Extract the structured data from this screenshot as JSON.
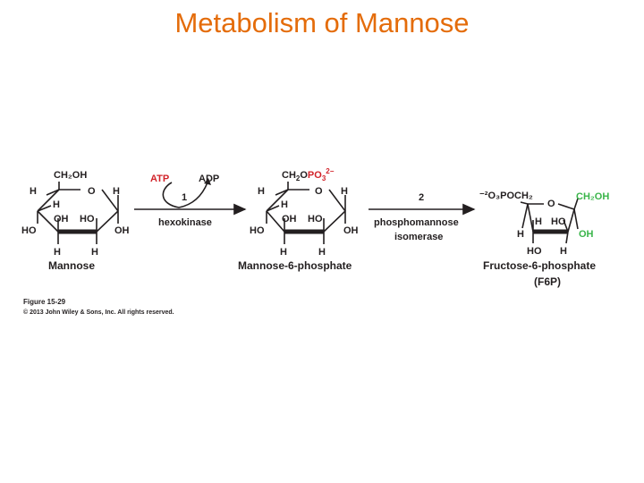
{
  "title": "Metabolism of Mannose",
  "mannose": {
    "c6": "CH₂OH",
    "ring_o": "O",
    "h_c5": "H",
    "h_c1": "H",
    "h_c4": "H",
    "oh_c4": "OH",
    "ho_c3": "HO",
    "ho_c4_left": "HO",
    "oh_c1": "OH",
    "h_c3": "H",
    "h_c2": "H",
    "name": "Mannose"
  },
  "step1": {
    "atp": "ATP",
    "adp": "ADP",
    "number": "1",
    "enzyme": "hexokinase"
  },
  "mannose6p": {
    "c6": "CH₂OPO₃²⁻",
    "ring_o": "O",
    "h_c5": "H",
    "h_c1": "H",
    "h_c4": "H",
    "oh_c4": "OH",
    "ho_c3": "HO",
    "ho_c4_left": "HO",
    "oh_c1": "OH",
    "h_c3": "H",
    "h_c2": "H",
    "name": "Mannose-6-phosphate"
  },
  "step2": {
    "number": "2",
    "enzyme_line1": "phosphomannose",
    "enzyme_line2": "isomerase"
  },
  "fructose6p": {
    "c6": "⁻²O₃POCH₂",
    "ring_o": "O",
    "c1": "CH₂OH",
    "h_c4": "H",
    "ho_c3": "HO",
    "oh_c2": "OH",
    "h_c5": "H",
    "ho_bottom": "HO",
    "h_bottom": "H",
    "name_line1": "Fructose-6-phosphate",
    "name_line2": "(F6P)"
  },
  "credit": {
    "figure": "Figure 15-29",
    "copyright": "© 2013 John Wiley & Sons, Inc. All rights reserved."
  },
  "colors": {
    "title": "#e46c0a",
    "highlight_red": "#d2232a",
    "highlight_green": "#3ab54a",
    "text": "#231f20"
  }
}
